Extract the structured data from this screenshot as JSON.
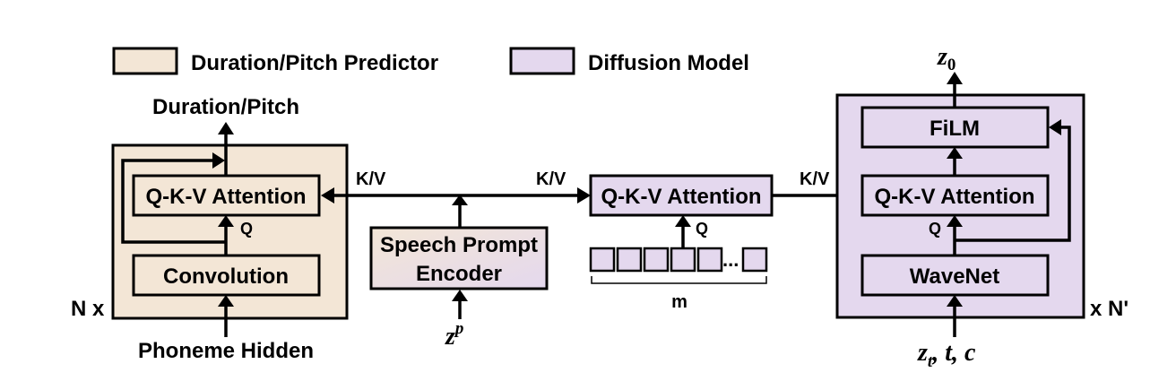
{
  "colors": {
    "duration_fill": "#f3e6d6",
    "diffusion_fill": "#e4d8ee",
    "white": "#ffffff",
    "ink": "#000000"
  },
  "legend": {
    "duration_label": "Duration/Pitch Predictor",
    "diffusion_label": "Diffusion Model"
  },
  "predictor": {
    "output_label": "Duration/Pitch",
    "attention_label": "Q-K-V Attention",
    "q_label": "Q",
    "convolution_label": "Convolution",
    "repeat_label": "N x",
    "input_label": "Phoneme Hidden"
  },
  "prompt_encoder": {
    "label_line1": "Speech Prompt",
    "label_line2": "Encoder",
    "input_base": "z",
    "input_sup": "p"
  },
  "middle": {
    "kv_left_label": "K/V",
    "kv_right_label": "K/V",
    "attention_label": "Q-K-V Attention",
    "q_label": "Q",
    "ellipsis": "...",
    "query_count_label": "m"
  },
  "diffusion": {
    "kv_label": "K/V",
    "film_label": "FiLM",
    "attention_label": "Q-K-V Attention",
    "q_label": "Q",
    "wavenet_label": "WaveNet",
    "repeat_label": "x N'",
    "output_base": "z",
    "output_sub": "0",
    "input_z": "z",
    "input_sub": "t",
    "input_rest": ", t, c"
  }
}
